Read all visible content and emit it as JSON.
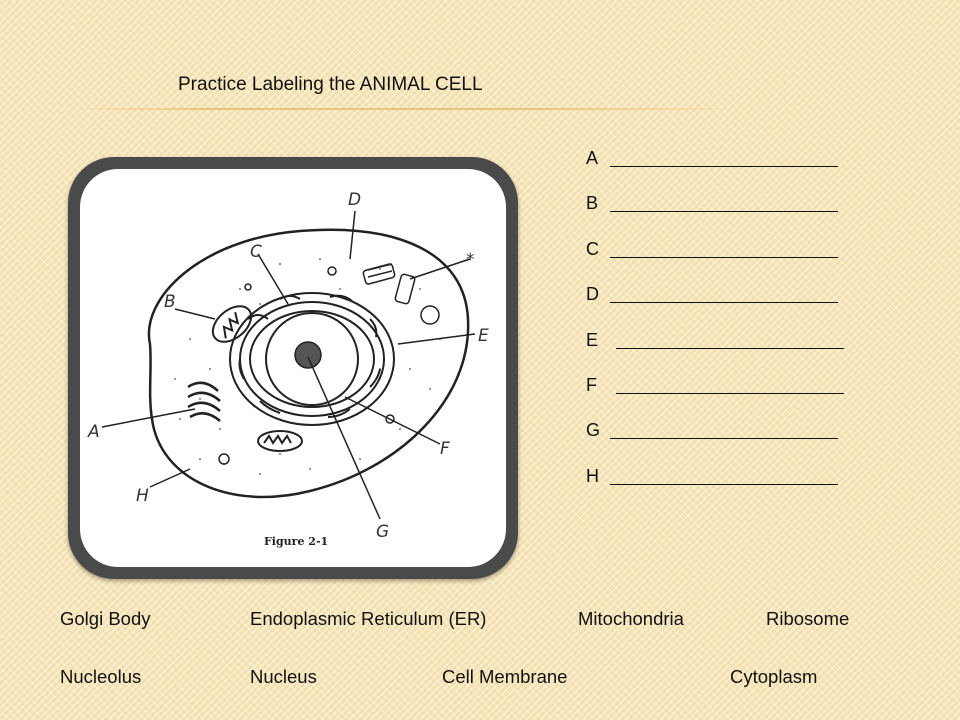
{
  "slide": {
    "title": "Practice Labeling the ANIMAL CELL"
  },
  "figure": {
    "caption": "Figure 2-1",
    "letters": {
      "A": "A",
      "B": "B",
      "C": "C",
      "D": "D",
      "E": "E",
      "F": "F",
      "G": "G",
      "H": "H",
      "star": "*"
    }
  },
  "answer_blanks": [
    {
      "letter": "A"
    },
    {
      "letter": "B"
    },
    {
      "letter": "C"
    },
    {
      "letter": "D"
    },
    {
      "letter": "E"
    },
    {
      "letter": "F"
    },
    {
      "letter": "G"
    },
    {
      "letter": "H"
    }
  ],
  "word_bank": {
    "row1": [
      "Golgi Body",
      "Endoplasmic Reticulum (ER)",
      "Mitochondria",
      "Ribosome"
    ],
    "row2": [
      "Nucleolus",
      "Nucleus",
      "Cell Membrane",
      "Cytoplasm"
    ]
  },
  "colors": {
    "background": "#f7e6b9",
    "frame": "#4a4a4a",
    "ink": "#111111"
  }
}
